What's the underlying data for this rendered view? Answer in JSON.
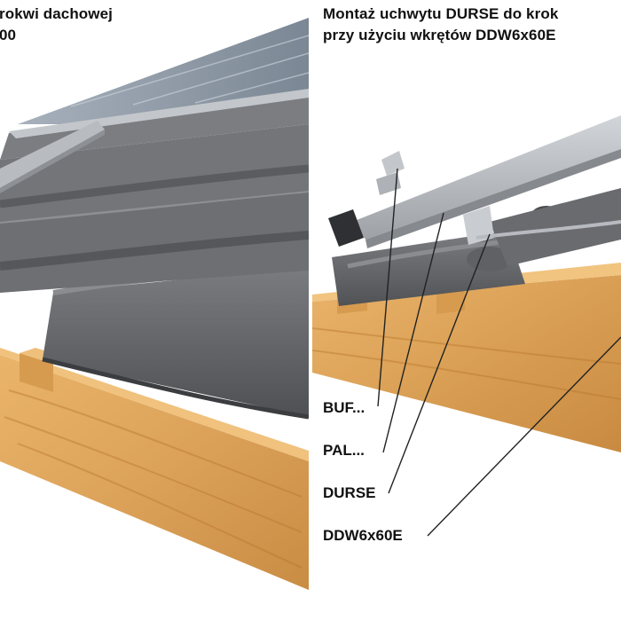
{
  "left_panel": {
    "title_line1": "rokwi dachowej",
    "title_line2": "00"
  },
  "right_panel": {
    "title_line1": "Montaż uchwytu DURSE do krok",
    "title_line2": "przy użyciu  wkrętów DDW6x60E"
  },
  "callouts": [
    {
      "id": "buf",
      "text": "BUF..."
    },
    {
      "id": "pal",
      "text": "PAL..."
    },
    {
      "id": "durse",
      "text": "DURSE"
    },
    {
      "id": "ddw",
      "text": "DDW6x60E"
    }
  ],
  "colors": {
    "wood": "#e3a95c",
    "wood_dark": "#c98a3e",
    "tile": "#6b6d70",
    "tile_dark": "#4a4b4e",
    "metal": "#b9bcc0",
    "panel_glass": "#8d99a6"
  }
}
